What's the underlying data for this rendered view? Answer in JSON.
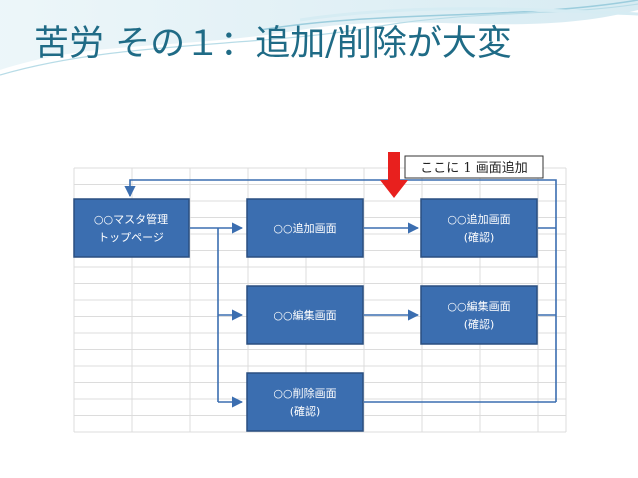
{
  "slide": {
    "title": "苦労 その１：追加/削除が大変"
  },
  "diagram": {
    "callout": "ここに 1 画面追加",
    "boxes": {
      "top": [
        "○○マスタ管理",
        "トップページ"
      ],
      "add": [
        "○○追加画面"
      ],
      "add_confirm": [
        "○○追加画面",
        "(確認)"
      ],
      "edit": [
        "○○編集画面"
      ],
      "edit_confirm": [
        "○○編集画面",
        "(確認)"
      ],
      "delete_confirm": [
        "○○削除画面",
        "(確認)"
      ]
    }
  },
  "colors": {
    "title": "#1f6b86",
    "box_fill": "#3b6eb0",
    "box_border": "#2a4f80",
    "connector": "#3b6eb0",
    "indicator_arrow": "#e8201e",
    "grid": "#d9d9d9"
  }
}
